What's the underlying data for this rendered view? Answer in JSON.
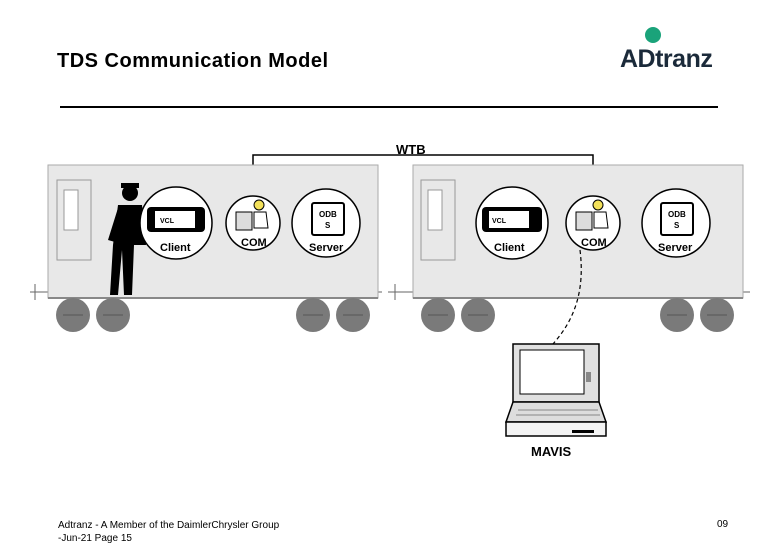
{
  "header": {
    "title": "TDS Communication Model"
  },
  "logo": {
    "text": "ADtranz",
    "color": "#1aa37a"
  },
  "diagram": {
    "bus_label": "WTB",
    "terminal_label": "MAVIS",
    "vehicles": [
      {
        "device_label": "VCL",
        "client_label": "Client",
        "com_label": "COM",
        "db_label_1": "ODB",
        "db_label_2": "S",
        "server_label": "Server"
      },
      {
        "device_label": "VCL",
        "client_label": "Client",
        "com_label": "COM",
        "db_label_1": "ODB",
        "db_label_2": "S",
        "server_label": "Server"
      }
    ]
  },
  "footer": {
    "company": "Adtranz - A Member of the DaimlerChrysler Group",
    "date_page": "-Jun-21   Page 15",
    "code": "09"
  }
}
